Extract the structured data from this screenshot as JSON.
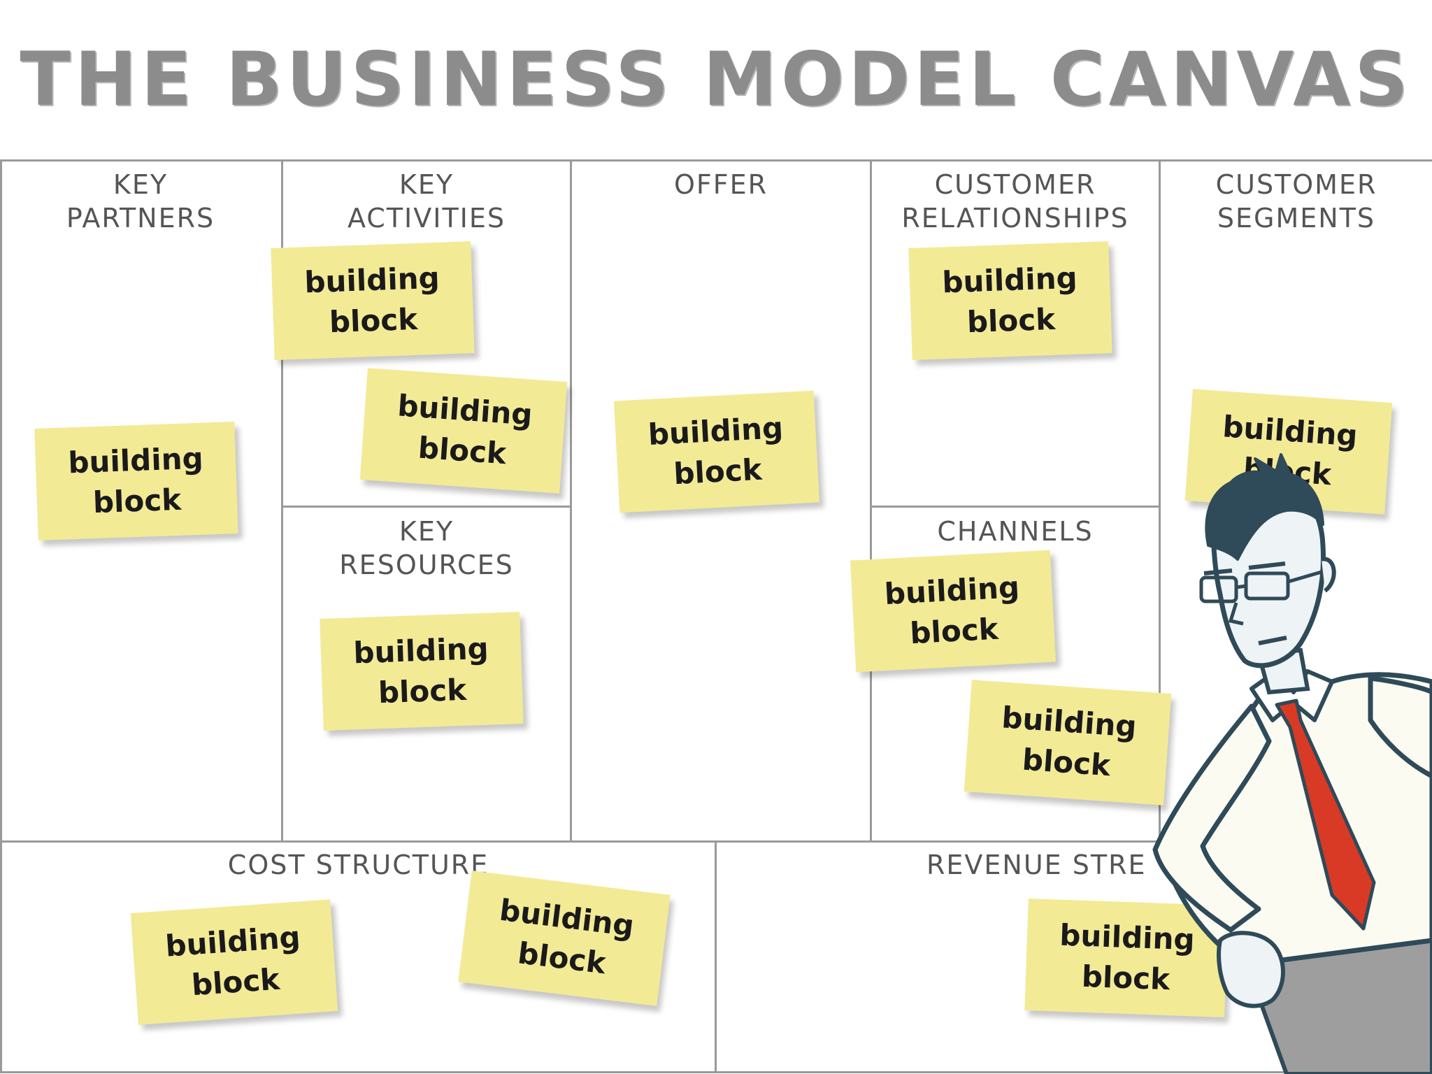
{
  "title": "THE BUSINESS MODEL CANVAS",
  "blocks": {
    "key_partners": [
      "KEY",
      "PARTNERS"
    ],
    "key_activities": [
      "KEY",
      "ACTIVITIES"
    ],
    "offer": [
      "OFFER"
    ],
    "customer_relationships": [
      "CUSTOMER",
      "RELATIONSHIPS"
    ],
    "customer_segments": [
      "CUSTOMER",
      "SEGMENTS"
    ],
    "key_resources": [
      "KEY",
      "RESOURCES"
    ],
    "channels": [
      "CHANNELS"
    ],
    "cost_structure": [
      "COST STRUCTURE"
    ],
    "revenue_streams": [
      "REVENUE STRE"
    ]
  },
  "note_text": [
    "building",
    "block"
  ],
  "colors": {
    "note": "#f3ea96",
    "grid": "#9a9a9a",
    "title": "#8c8c8c",
    "tie": "#d93a26"
  }
}
